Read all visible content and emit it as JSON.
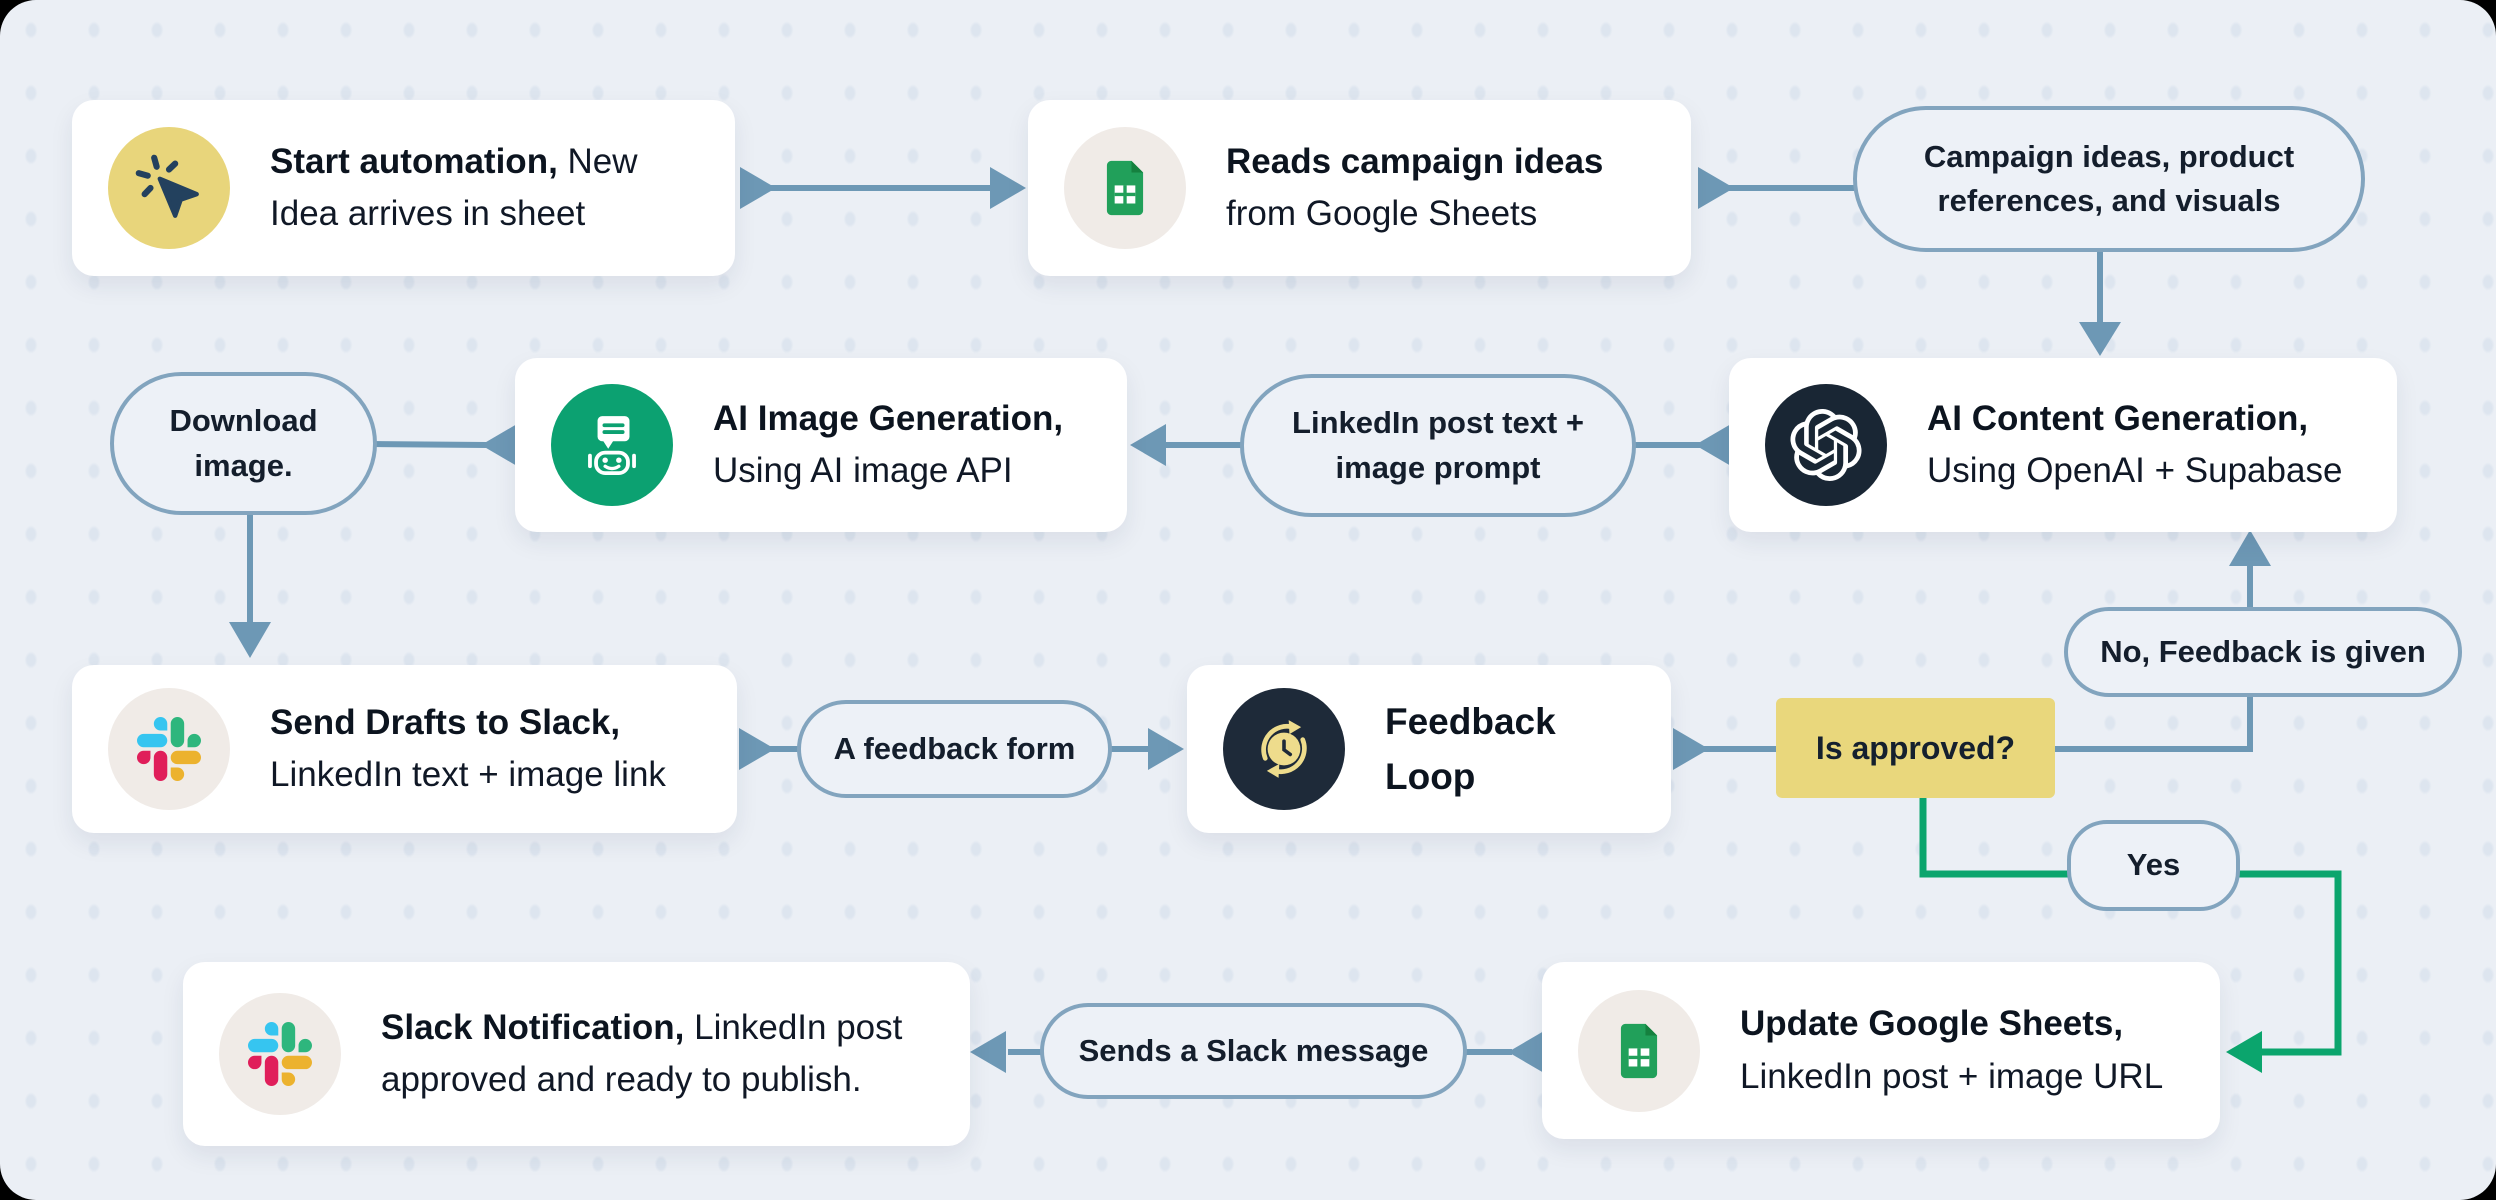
{
  "diagram_title": "LinkedIn content automation flowchart",
  "colors": {
    "canvas_bg": "#ebeff5",
    "dot_color": "#dde5ef",
    "connector_blue": "#6d98b5",
    "connector_green": "#0ba56d",
    "pill_border": "#82a4be",
    "decision_yellow": "#e9d77c",
    "start_icon_yellow": "#e8d57b",
    "openai_circle_navy": "#192634",
    "ai_image_green": "#0ca171",
    "sheets_green": "#21a05a"
  },
  "nodes": {
    "start": {
      "title": "Start automation,",
      "desc": "New Idea arrives in sheet",
      "icon": "cursor-click-icon"
    },
    "read_sheets": {
      "title": "Reads campaign ideas",
      "desc": "from Google Sheets",
      "icon": "google-sheets-icon"
    },
    "ai_content": {
      "title": "AI Content Generation,",
      "desc": "Using OpenAI + Supabase",
      "icon": "openai-icon"
    },
    "ai_image": {
      "title": "AI Image Generation,",
      "desc": "Using AI image API",
      "icon": "chatbot-icon"
    },
    "send_drafts": {
      "title": "Send Drafts to Slack,",
      "desc": "LinkedIn text + image link",
      "icon": "slack-icon"
    },
    "feedback_loop": {
      "title": "Feedback Loop",
      "icon": "clock-cycle-icon"
    },
    "update_sheets": {
      "title": "Update Google Sheets,",
      "desc": "LinkedIn post + image URL",
      "icon": "google-sheets-icon"
    },
    "slack_notification": {
      "title": "Slack Notification,",
      "desc": "LinkedIn post approved and ready to publish.",
      "icon": "slack-icon"
    }
  },
  "pills": {
    "campaign": "Campaign ideas, product references, and visuals",
    "linkedin_prompt": "LinkedIn post text + image prompt",
    "download": "Download image.",
    "feedback_form": "A feedback form",
    "no": "No, Feedback is given",
    "yes": "Yes",
    "slack_message": "Sends a Slack message"
  },
  "decision": {
    "label": "Is approved?"
  }
}
